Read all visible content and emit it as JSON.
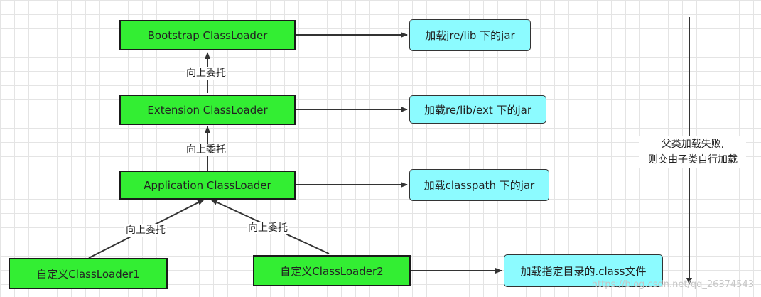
{
  "nodes": {
    "bootstrap": "Bootstrap ClassLoader",
    "extension": "Extension ClassLoader",
    "application": "Application ClassLoader",
    "custom1": "自定义ClassLoader1",
    "custom2": "自定义ClassLoader2"
  },
  "targets": {
    "bootstrap": "加载jre/lib 下的jar",
    "extension": "加载re/lib/ext 下的jar",
    "application": "加载classpath 下的jar",
    "custom2": "加载指定目录的.class文件"
  },
  "edge_labels": {
    "ext_to_boot": "向上委托",
    "app_to_ext": "向上委托",
    "c1_to_app": "向上委托",
    "c2_to_app": "向上委托"
  },
  "note": {
    "line1": "父类加载失败,",
    "line2": "则交由子类自行加载"
  },
  "watermark": "https://blog.csdn.net/qq_26374543",
  "colors": {
    "loader_fill": "#33ee33",
    "target_fill": "#8cfbff",
    "line": "#333333"
  }
}
